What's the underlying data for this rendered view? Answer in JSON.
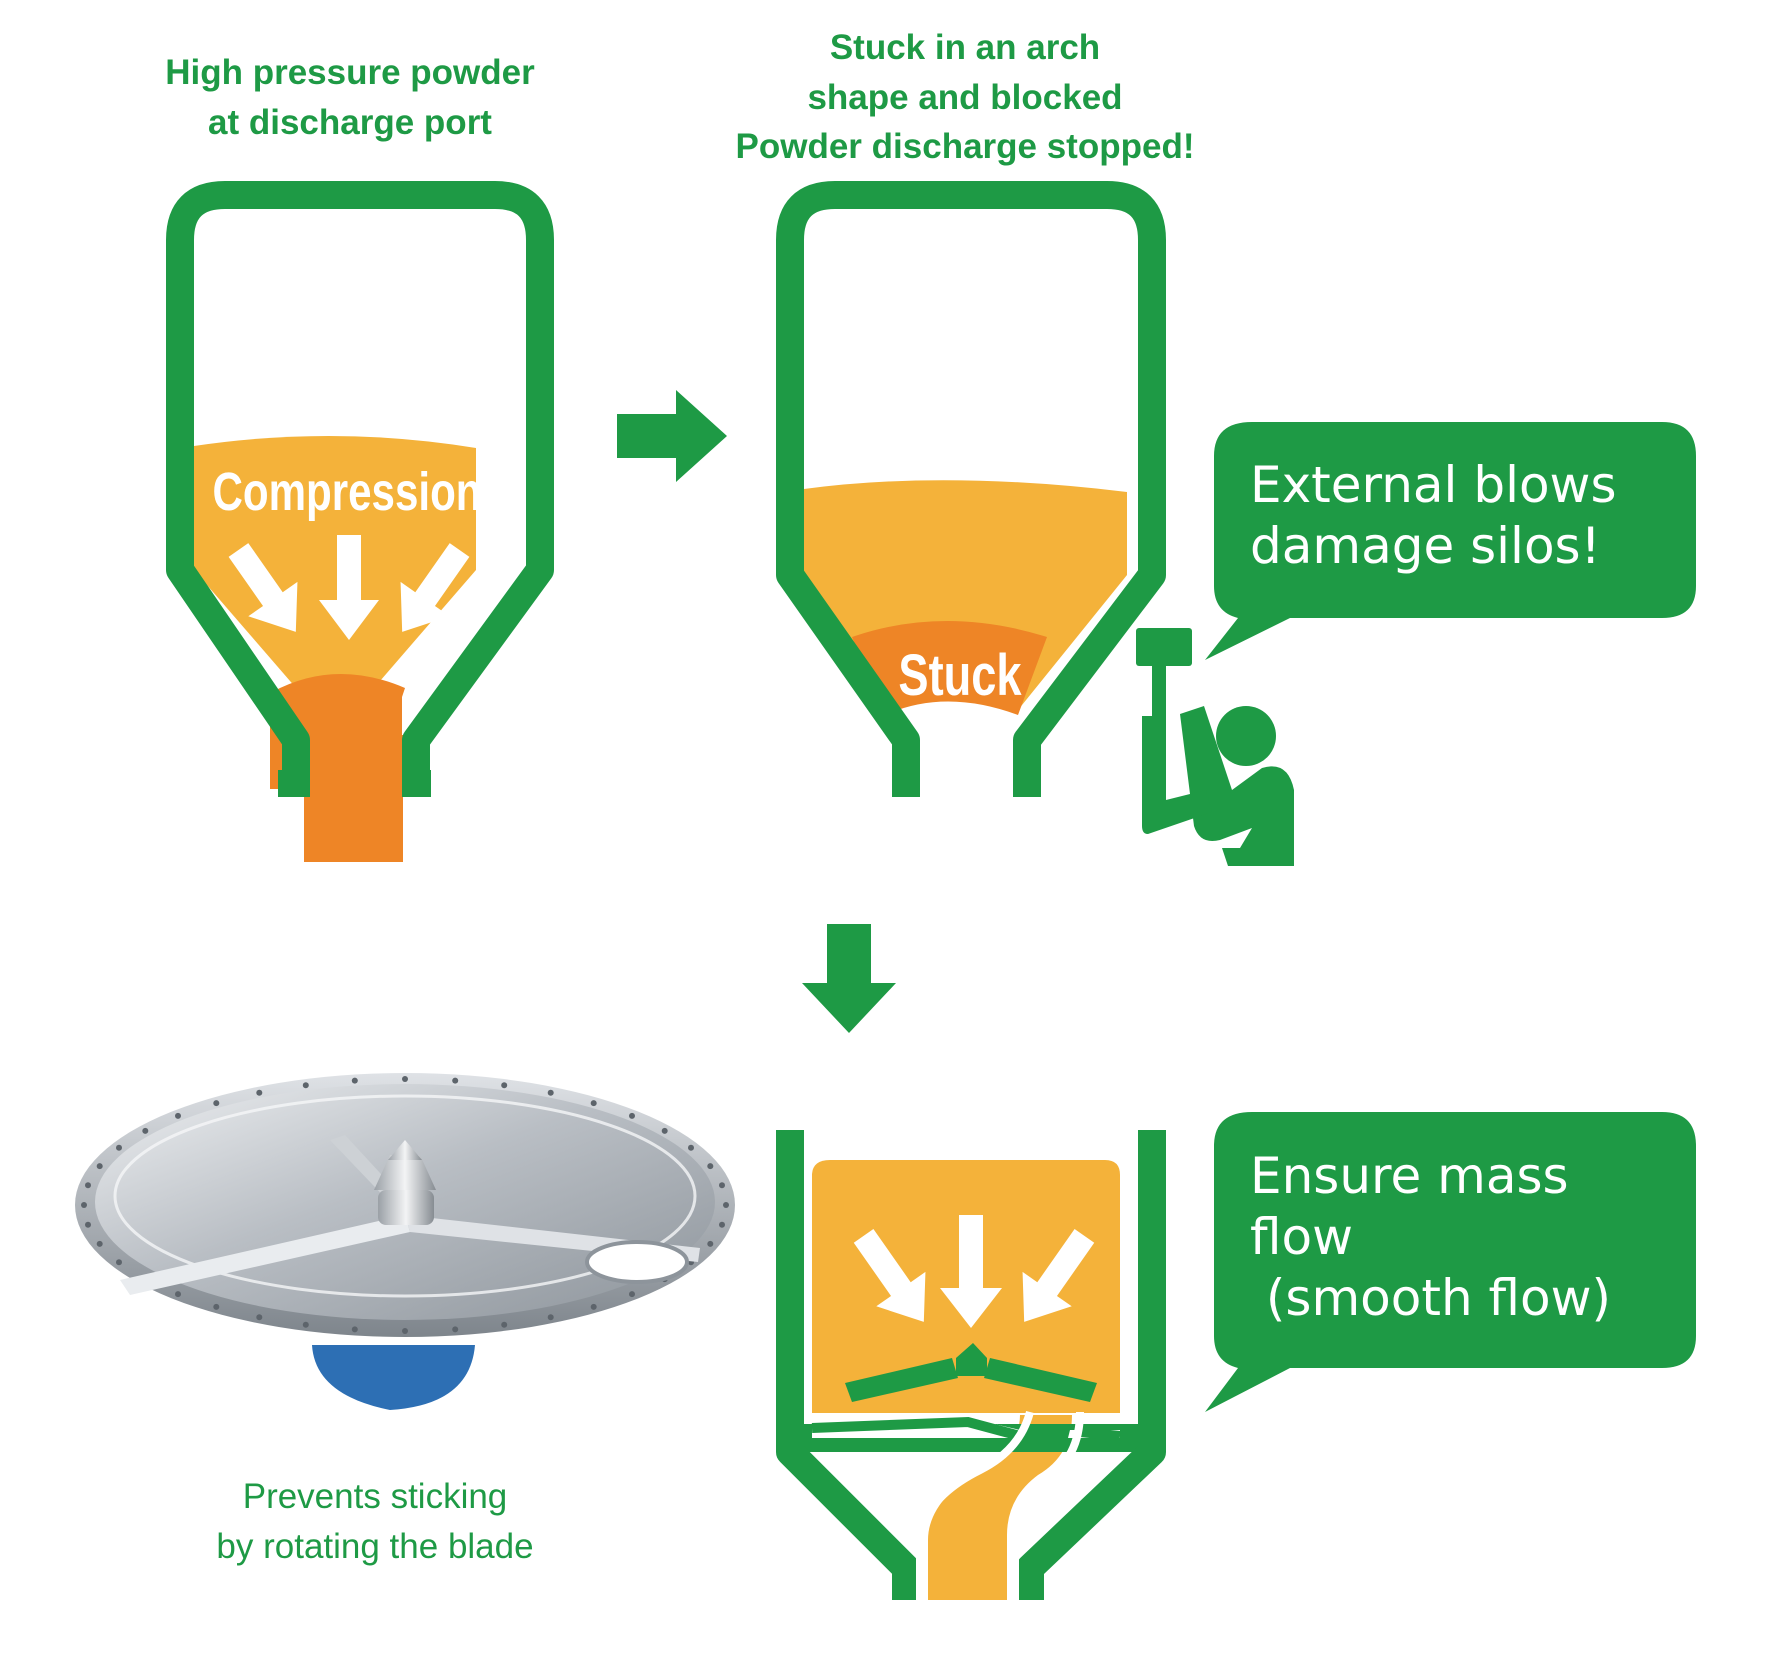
{
  "labels": {
    "silo1_caption": "High pressure powder\nat discharge port",
    "silo2_caption": "Stuck in an arch\nshape and blocked\nPowder discharge stopped!",
    "blade_caption": "Prevents sticking\nby rotating the blade"
  },
  "silo1": {
    "inner_text": "Compression"
  },
  "silo2": {
    "inner_text": "Stuck"
  },
  "bubbles": {
    "blows": "External blows\ndamage silos!",
    "mass_flow": "Ensure mass\nflow\n (smooth flow)"
  },
  "colors": {
    "green": "#1e9a45",
    "powder_light": "#f4b23a",
    "powder_dark": "#ee8526",
    "white": "#ffffff",
    "steel": "#c8ccd0",
    "blue_base": "#2d6fb4"
  },
  "icons": {
    "arrow_right": "arrow-right-icon",
    "arrow_down": "arrow-down-icon",
    "worker": "hammer-worker-icon"
  }
}
